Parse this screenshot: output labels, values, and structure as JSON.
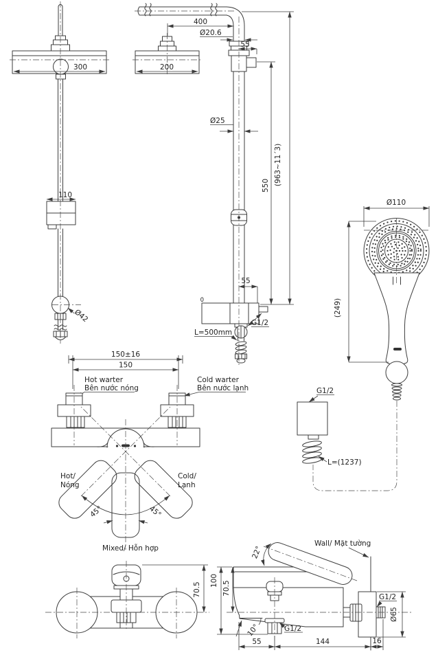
{
  "drawing": {
    "column_front": {
      "head_width": "300",
      "slider_width": "110",
      "diverter_dia": "Ø42"
    },
    "column_side": {
      "arm_length": "400",
      "arm_dia": "Ø20.6",
      "bracket_offset": "55",
      "head_width": "200",
      "pipe_dia": "Ø25",
      "pole_height": "550",
      "overall_height": "(963~11´3)",
      "outlet_offset": "55",
      "flush": "0",
      "outlet_thread": "G1/2",
      "hose_length": "L=500mm"
    },
    "hand_shower": {
      "head_dia": "Ø110",
      "length": "(249)",
      "thread": "G1/2",
      "hose_length": "L=(1237)"
    },
    "valve_top": {
      "span_tol": "150±16",
      "span": "150",
      "hot_line1": "Hot warter",
      "hot_line2": "Bên nước nóng",
      "cold_line1": "Cold warter",
      "cold_line2": "Bên nước lạnh",
      "hot_pos1": "Hot/",
      "hot_pos2": "Nóng",
      "cold_pos1": "Cold/",
      "cold_pos2": "Lạnh",
      "angle_left": "45°",
      "angle_right": "45°",
      "mixed": "Mixed/ Hỗn hợp"
    },
    "valve_front": {
      "height": "70.5"
    },
    "valve_side": {
      "lever_angle": "22°",
      "wall_label": "Wall/ Mặt tường",
      "height_total": "100",
      "height_center": "70.5",
      "spout_angle": "10°",
      "outlet_thread": "G1/2",
      "spout_offset": "55",
      "depth": "144",
      "wall_clear": "16",
      "inlet_thread": "G1/2",
      "escutcheon_dia": "Ø65"
    }
  },
  "colors": {
    "line": "#3c3c3c",
    "text": "#222222",
    "background": "#ffffff"
  }
}
